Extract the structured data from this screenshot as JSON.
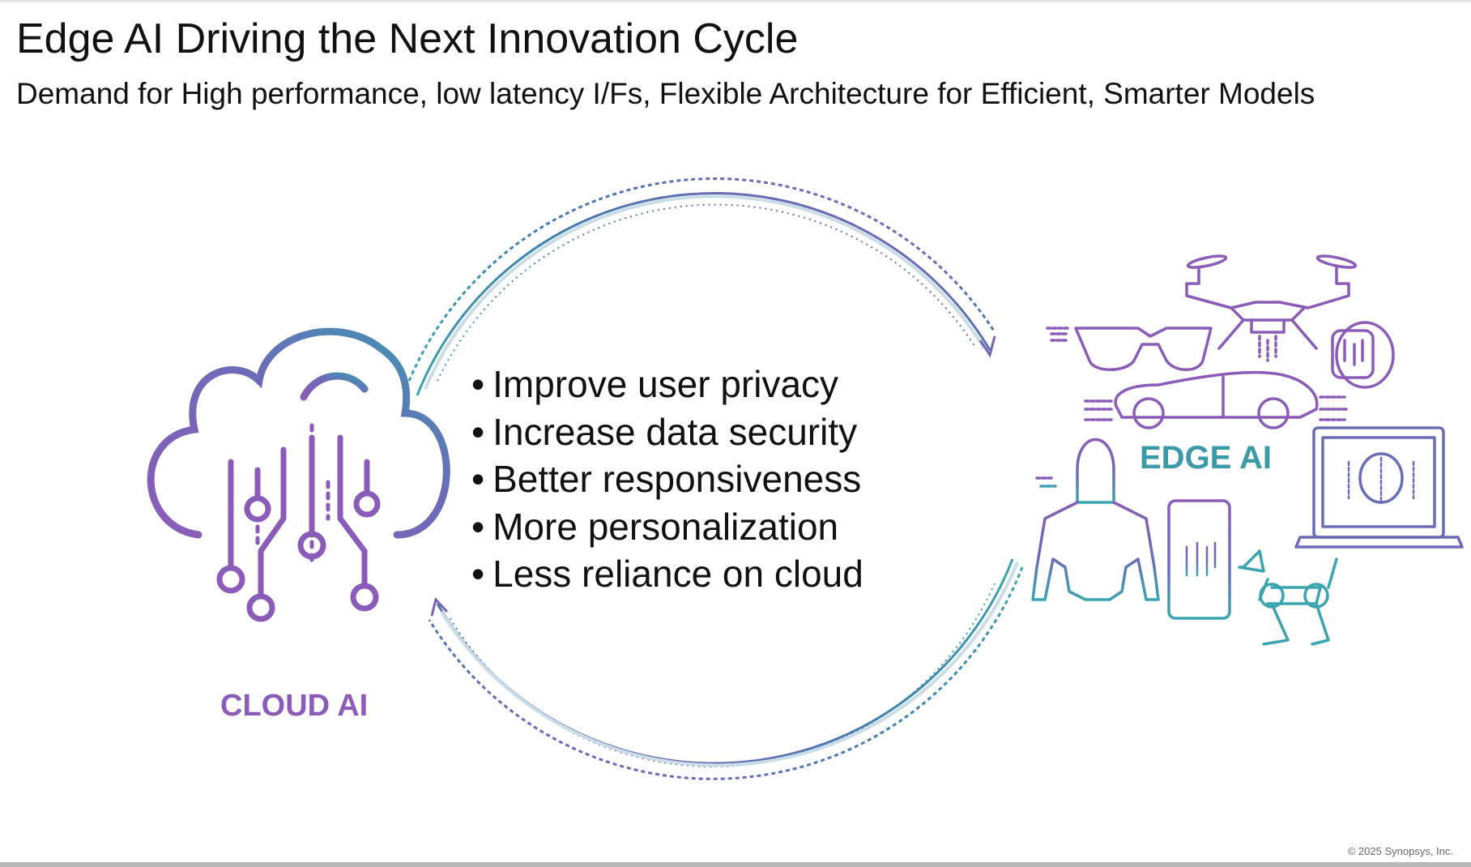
{
  "slide": {
    "title": "Edge AI Driving the Next Innovation Cycle",
    "subtitle": "Demand for High performance, low latency I/Fs, Flexible Architecture for Efficient, Smarter Models",
    "bullets": [
      "Improve user privacy",
      "Increase data security",
      "Better responsiveness",
      "More personalization",
      "Less reliance on cloud"
    ],
    "cloud_label": "CLOUD AI",
    "edge_label": "EDGE AI",
    "copyright": "© 2025 Synopsys, Inc."
  },
  "colors": {
    "purple": "#8a5bb8",
    "teal": "#3a9aa8",
    "blue": "#3f7fb0"
  }
}
